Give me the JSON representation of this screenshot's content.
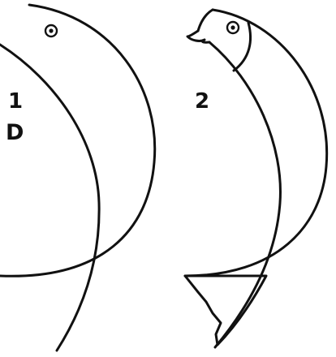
{
  "panels": [
    {
      "number": "1",
      "letter": "D"
    },
    {
      "number": "2"
    }
  ],
  "ink_color": "#111111",
  "background": "#ffffff"
}
